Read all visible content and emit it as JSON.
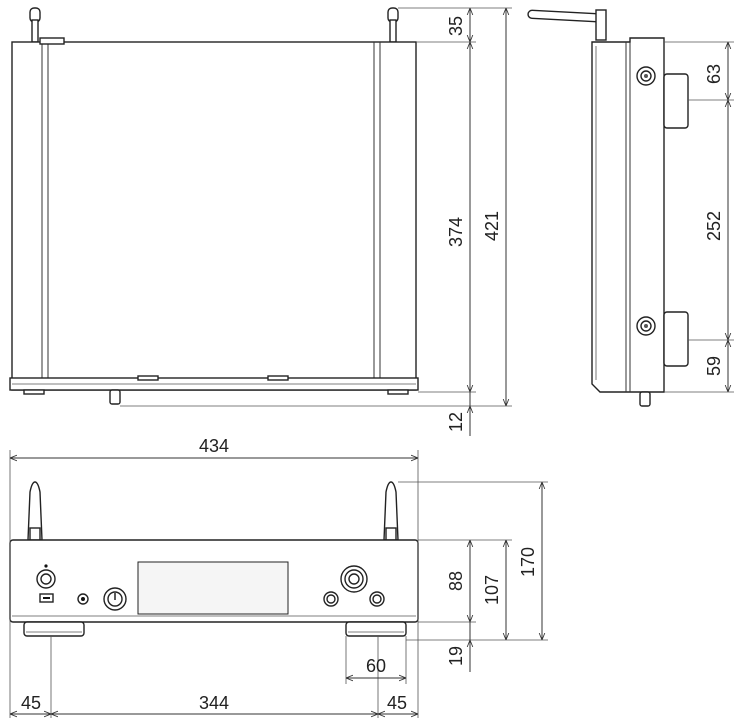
{
  "dimensions": {
    "top_antenna": "35",
    "top_depth": "374",
    "top_total": "421",
    "top_front_protrusion": "12",
    "side_upper": "63",
    "side_middle": "252",
    "side_lower": "59",
    "front_width": "434",
    "front_body_height": "88",
    "front_height_with_feet": "107",
    "front_height_with_antenna": "170",
    "foot_height": "19",
    "foot_width": "60",
    "left_margin": "45",
    "foot_spacing": "344",
    "right_margin": "45"
  }
}
